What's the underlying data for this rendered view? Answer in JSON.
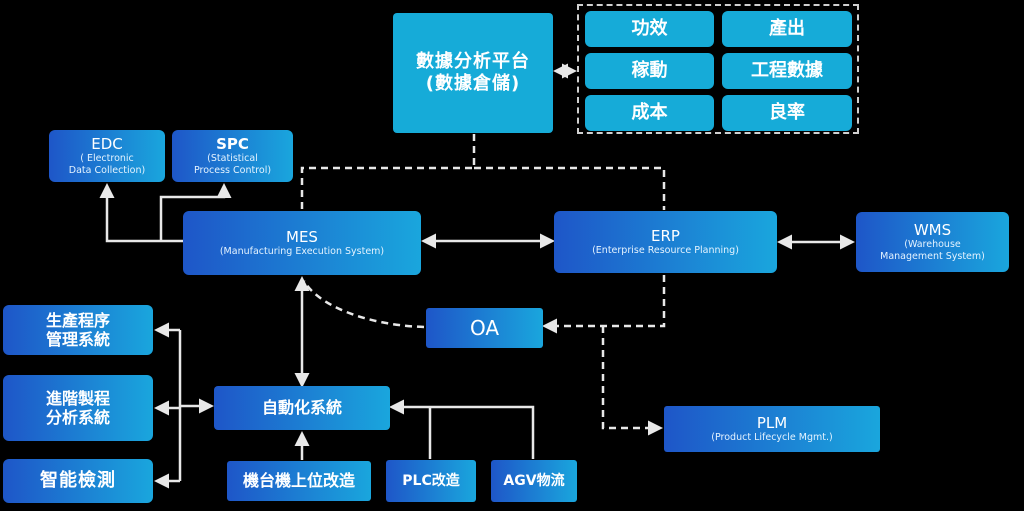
{
  "platform": {
    "line1": "數據分析平台",
    "line2": "(數據倉儲)"
  },
  "metrics": [
    "功效",
    "產出",
    "稼動",
    "工程數據",
    "成本",
    "良率"
  ],
  "edc": {
    "title": "EDC",
    "line1": "( Electronic",
    "line2": "Data Collection)"
  },
  "spc": {
    "title": "SPC",
    "line1": "(Statistical",
    "line2": "Process Control)"
  },
  "mes": {
    "title": "MES",
    "subtitle": "(Manufacturing Execution System)"
  },
  "erp": {
    "title": "ERP",
    "subtitle": "(Enterprise Resource Planning)"
  },
  "wms": {
    "title": "WMS",
    "line1": "(Warehouse",
    "line2": "Management System)"
  },
  "oa": {
    "title": "OA"
  },
  "plm": {
    "title": "PLM",
    "subtitle": "(Product Lifecycle Mgmt.)"
  },
  "left_systems": [
    {
      "line1": "生產程序",
      "line2": "管理系統"
    },
    {
      "line1": "進階製程",
      "line2": "分析系統"
    },
    {
      "line1": "智能檢測"
    }
  ],
  "automation": {
    "title": "自動化系統"
  },
  "machine": {
    "title": "機台機上位改造"
  },
  "plc": {
    "title": "PLC改造"
  },
  "agv": {
    "title": "AGV物流"
  },
  "colors": {
    "cyan": "#16abd8",
    "navy": "#1b4dad",
    "gradient_start": "#1e56c8",
    "gradient_end": "#1aa6dd",
    "line": "#e8e8e8"
  }
}
